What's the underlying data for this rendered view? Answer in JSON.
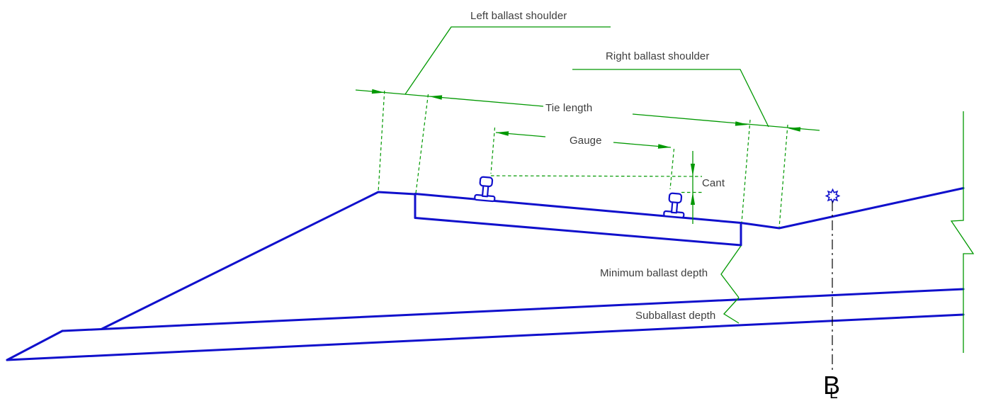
{
  "colors": {
    "drawing_blue": "#1010CC",
    "dimension_green": "#009800",
    "label_text": "#3D3D3D",
    "centerline_black": "#000000",
    "canvas_background": "#FFFFFF"
  },
  "labels": {
    "left_ballast_shoulder": "Left ballast shoulder",
    "right_ballast_shoulder": "Right ballast shoulder",
    "tie_length": "Tie length",
    "gauge": "Gauge",
    "cant": "Cant",
    "minimum_ballast_depth": "Minimum ballast depth",
    "subballast_depth": "Subballast depth"
  },
  "baseline_marker": {
    "letter_b": "B",
    "letter_l": "L"
  },
  "icons": {
    "survey_marker_icon": "8-pointed-star",
    "section_break_icon": "zigzag-break-line",
    "dimension_arrow_icon": "slender-triangle"
  }
}
